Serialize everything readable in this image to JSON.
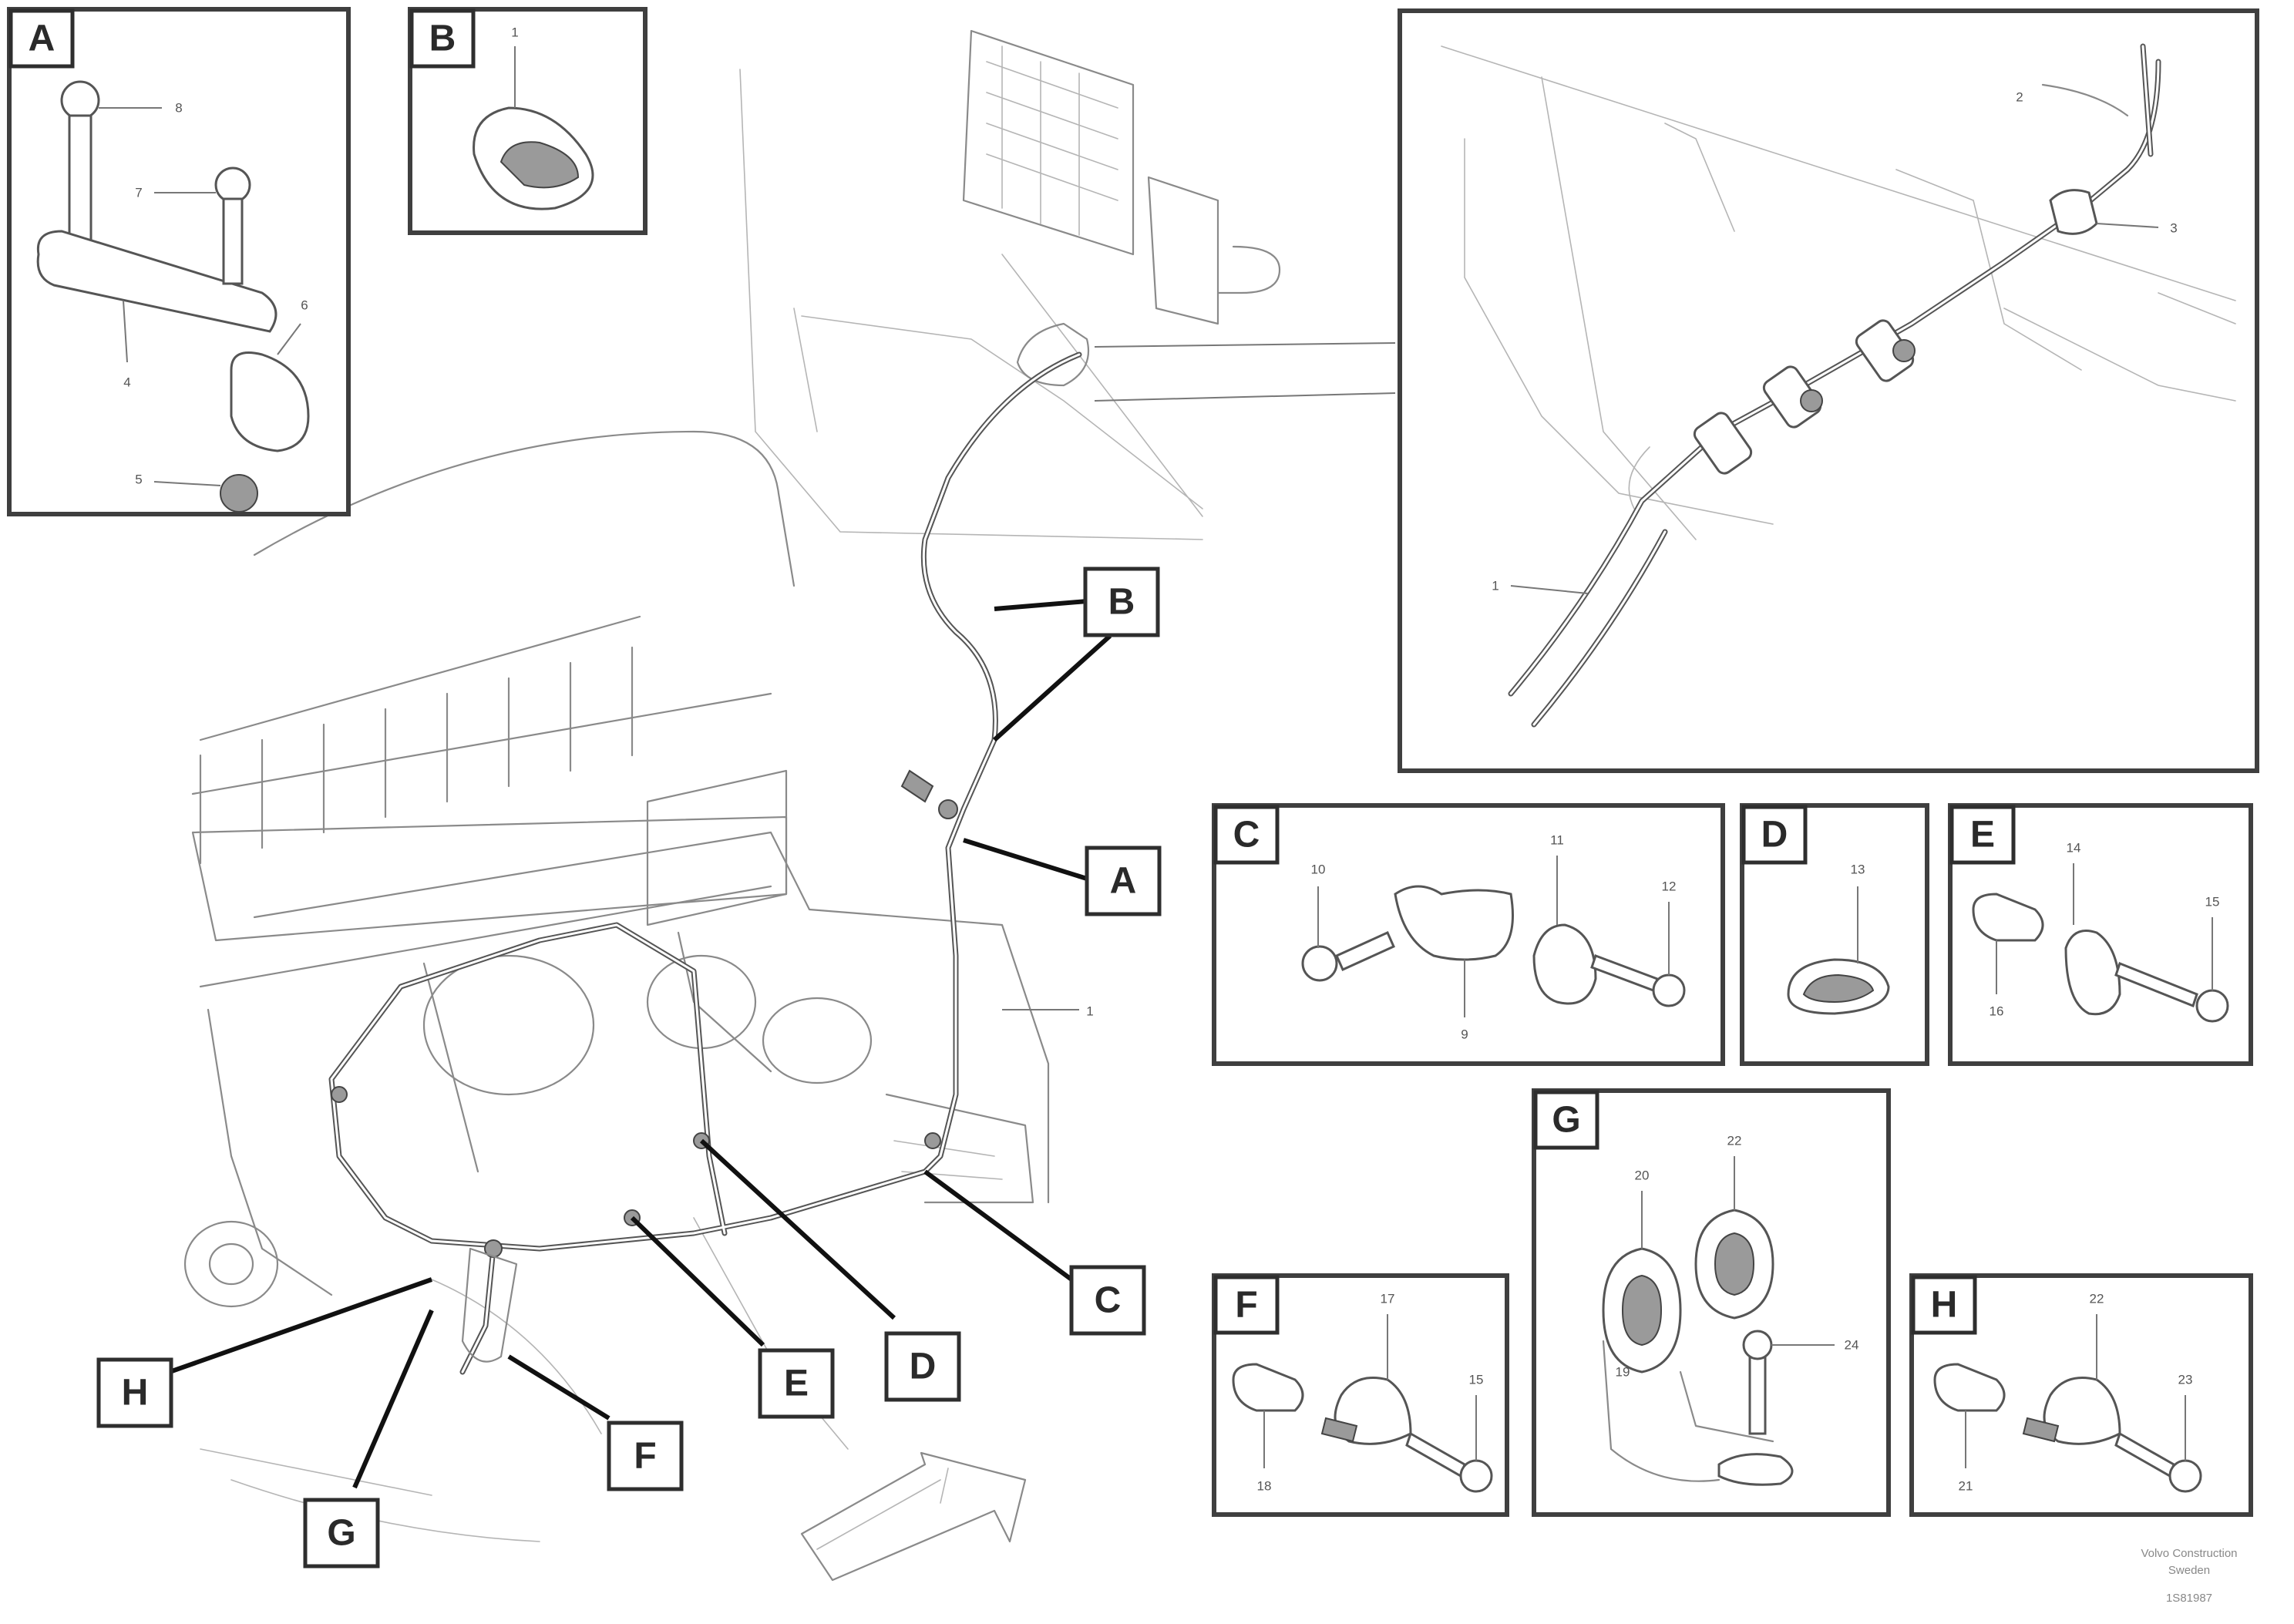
{
  "callouts": {
    "A": "A",
    "B": "B",
    "C": "C",
    "D": "D",
    "E": "E",
    "F": "F",
    "G": "G",
    "H": "H"
  },
  "part_numbers": {
    "p1": "1",
    "p2": "2",
    "p3": "3",
    "p4": "4",
    "p5": "5",
    "p6": "6",
    "p7": "7",
    "p8": "8",
    "p9": "9",
    "p10": "10",
    "p11": "11",
    "p12": "12",
    "p13": "13",
    "p14": "14",
    "p15": "15",
    "p16": "16",
    "p17": "17",
    "p18": "18",
    "p19": "19",
    "p20": "20",
    "p21": "21",
    "p22": "22",
    "p23": "23",
    "p24": "24"
  },
  "footer": {
    "line1": "Volvo Construction",
    "line2": "Sweden",
    "ref": "1S81987"
  },
  "colors": {
    "line": "#8a8a8a",
    "frame": "#3f3f3f",
    "leader": "#111111"
  }
}
